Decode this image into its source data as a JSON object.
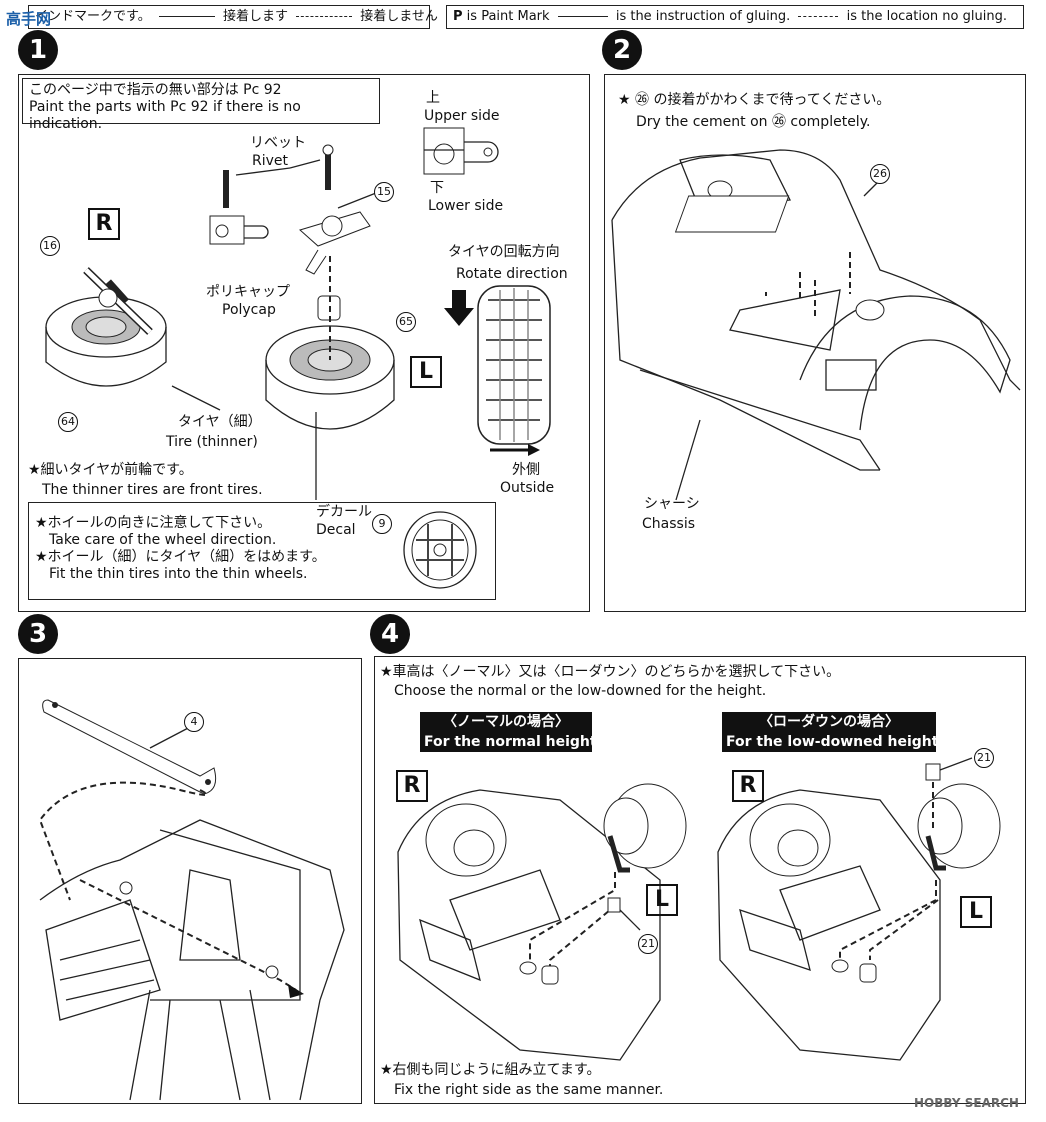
{
  "legend_jp": {
    "paint_mark": "インドマークです。",
    "glue": "接着します",
    "no_glue": "接着しません"
  },
  "legend_en": {
    "paint_mark": "is Paint Mark",
    "glue": "is the instruction of gluing.",
    "no_glue": "is the location no gluing."
  },
  "watermark_top": "高手网",
  "step1": {
    "num": "1",
    "note_jp": "このページ中で指示の無い部分は Pc 92",
    "note_en": "Paint the parts with Pc 92 if there is no indication.",
    "rivet_jp": "リベット",
    "rivet_en": "Rivet",
    "upper_jp": "上",
    "upper_en": "Upper side",
    "lower_jp": "下",
    "lower_en": "Lower side",
    "polycap_jp": "ポリキャップ",
    "polycap_en": "Polycap",
    "rotate_jp": "タイヤの回転方向",
    "rotate_en": "Rotate direction",
    "outside_jp": "外側",
    "outside_en": "Outside",
    "tire_jp": "タイヤ（細）",
    "tire_en": "Tire (thinner)",
    "front_jp": "★細いタイヤが前輪です。",
    "front_en": "The thinner tires are front tires.",
    "wheel_jp": "★ホイールの向きに注意して下さい。",
    "wheel_en": "Take care of the wheel direction.",
    "fit_jp": "★ホイール（細）にタイヤ（細）をはめます。",
    "fit_en": "Fit the thin tires into the thin wheels.",
    "decal_jp": "デカール",
    "decal_en": "Decal",
    "side_r": "R",
    "side_l": "L",
    "parts": {
      "p15": "15",
      "p16": "16",
      "p64": "64",
      "p65": "65",
      "p9": "9"
    }
  },
  "step2": {
    "num": "2",
    "note_jp": "★ ㉖ の接着がかわくまで待ってください。",
    "note_en": "Dry the cement on ㉖ completely.",
    "chassis_jp": "シャーシ",
    "chassis_en": "Chassis",
    "part": "26"
  },
  "step3": {
    "num": "3",
    "part": "4"
  },
  "step4": {
    "num": "4",
    "note_jp": "★車高は〈ノーマル〉又は〈ローダウン〉のどちらかを選択して下さい。",
    "note_en": "Choose the normal or the low-downed for the height.",
    "normal_jp": "〈ノーマルの場合〉",
    "normal_en": "For the normal height",
    "low_jp": "〈ローダウンの場合〉",
    "low_en": "For the low-downed height",
    "right_jp": "★右側も同じように組み立てます。",
    "right_en": "Fix the right side as the same manner.",
    "side_r": "R",
    "side_l": "L",
    "part": "21"
  },
  "watermark_bottom": "HOBBY SEARCH"
}
